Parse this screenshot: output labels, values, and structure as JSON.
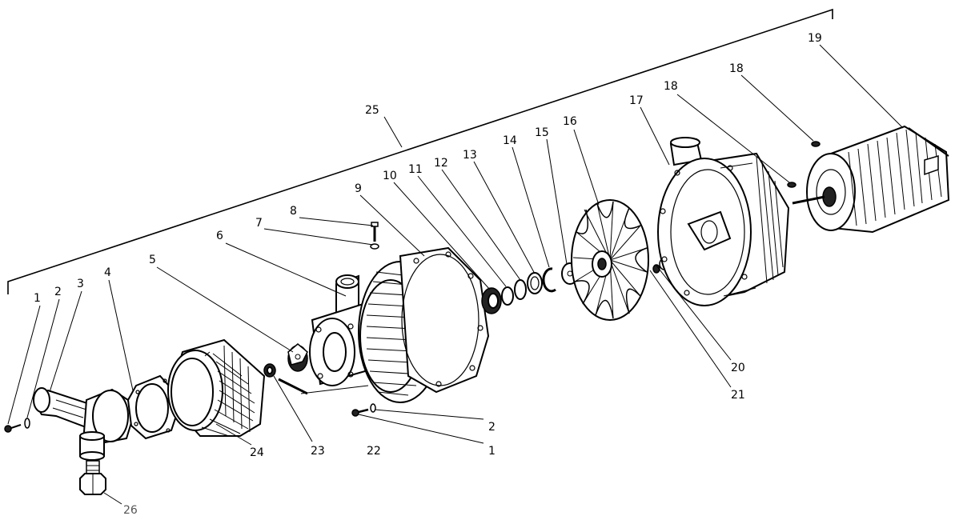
{
  "labels": {
    "l1": "1",
    "l2": "2",
    "l3": "3",
    "l4": "4",
    "l5": "5",
    "l6": "6",
    "l7": "7",
    "l8": "8",
    "l9": "9",
    "l10": "10",
    "l11": "11",
    "l12": "12",
    "l13": "13",
    "l14": "14",
    "l15": "15",
    "l16": "16",
    "l17": "17",
    "l18a": "18",
    "l18b": "18",
    "l19": "19",
    "l20": "20",
    "l21": "21",
    "l22": "22",
    "l23": "23",
    "l24": "24",
    "l25": "25",
    "l26": "26",
    "l2b": "2",
    "l1b": "1"
  }
}
